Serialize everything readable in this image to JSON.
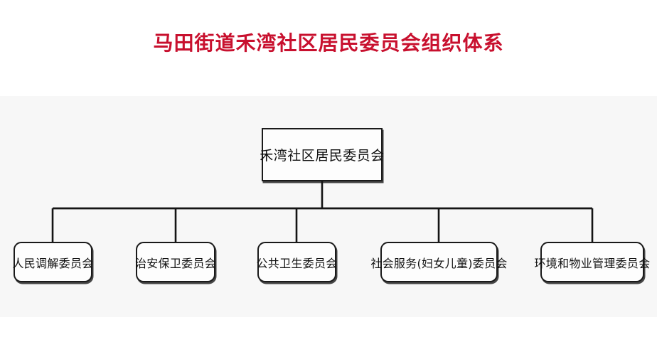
{
  "title": "马田街道禾湾社区居民委员会组织体系",
  "theme": {
    "title_color": "#c8102e",
    "panel_background": "#f7f7f7",
    "page_background": "#ffffff",
    "node_border_color": "#1a1a1a",
    "node_fill_color": "#fdfdfd",
    "connector_color": "#141414",
    "label_color": "#111111"
  },
  "chart_data": {
    "type": "org-chart",
    "title": "马田街道禾湾社区居民委员会组织体系",
    "root": {
      "label": "禾湾社区居民委员会",
      "shape": "rectangle"
    },
    "children": [
      {
        "label": "人民调解委员会",
        "shape": "rounded-rectangle"
      },
      {
        "label": "治安保卫委员会",
        "shape": "rounded-rectangle"
      },
      {
        "label": "公共卫生委员会",
        "shape": "rounded-rectangle"
      },
      {
        "label": "社会服务(妇女儿童)委员会",
        "shape": "rounded-rectangle"
      },
      {
        "label": "环境和物业管理委员会",
        "shape": "rounded-rectangle"
      }
    ],
    "levels": 2,
    "connector_style": "orthogonal-bus",
    "legend": [],
    "annotations": []
  }
}
